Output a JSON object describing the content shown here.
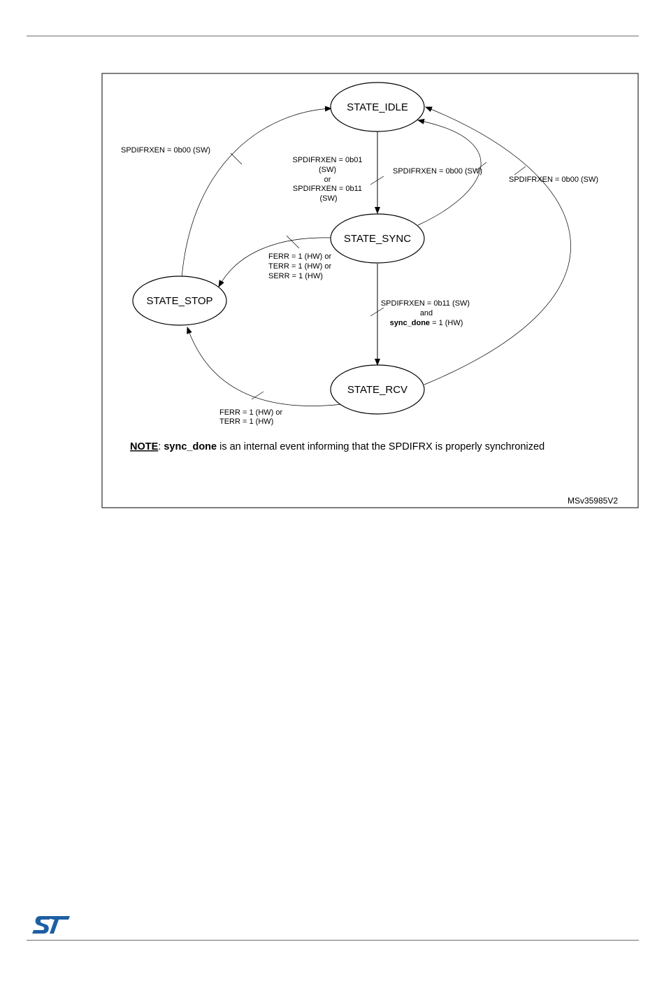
{
  "diagram": {
    "states": {
      "idle": "STATE_IDLE",
      "sync": "STATE_SYNC",
      "stop": "STATE_STOP",
      "rcv": "STATE_RCV"
    },
    "transitions": {
      "idle_to_sync": [
        "SPDIFRXEN = 0b01",
        "(SW)",
        "or",
        "SPDIFRXEN = 0b11",
        "(SW)"
      ],
      "sync_to_idle": "SPDIFRXEN = 0b00 (SW)",
      "rcv_to_idle": "SPDIFRXEN = 0b00 (SW)",
      "stop_to_idle": "SPDIFRXEN = 0b00 (SW)",
      "sync_to_stop": [
        "FERR = 1 (HW) or",
        "TERR = 1 (HW) or",
        "SERR = 1 (HW)"
      ],
      "sync_to_rcv": {
        "line1": "SPDIFRXEN = 0b11 (SW)",
        "line2": "and",
        "line3_bold": "sync_done",
        "line3_rest": " = 1 (HW)"
      },
      "rcv_to_stop": [
        "FERR = 1 (HW) or",
        "TERR = 1 (HW)"
      ]
    },
    "note": {
      "label": "NOTE",
      "sep": ": ",
      "bold": "sync_done",
      "rest": " is an internal event informing that the SPDIFRX is properly synchronized"
    },
    "figure_id": "MSv35985V2"
  },
  "colors": {
    "logo": "#1d5fa3",
    "stroke": "#000000",
    "rule": "#6d6d6d"
  }
}
